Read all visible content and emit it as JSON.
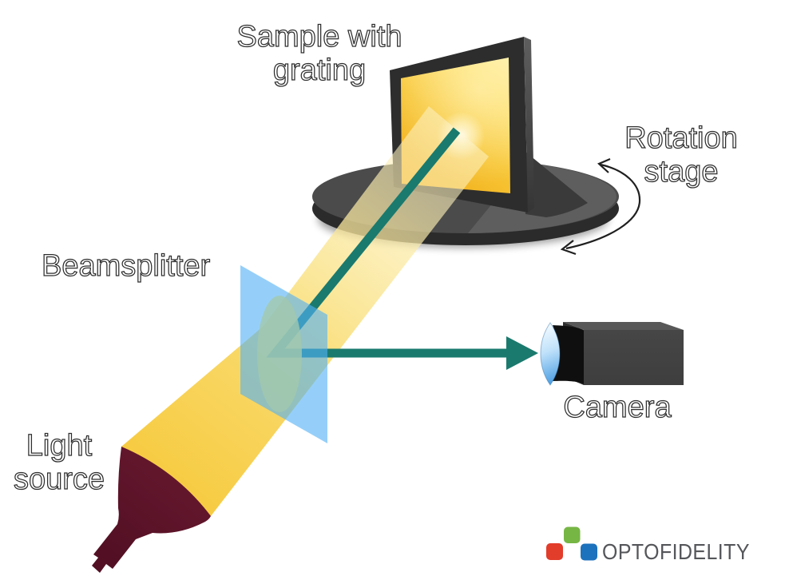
{
  "labels": {
    "sample": {
      "line1": "Sample with",
      "line2": "grating"
    },
    "rotation_stage": {
      "line1": "Rotation",
      "line2": "stage"
    },
    "beamsplitter": {
      "text": "Beamsplitter"
    },
    "light_source": {
      "line1": "Light",
      "line2": "source"
    },
    "camera": {
      "text": "Camera"
    }
  },
  "logo": {
    "text": "OPTOFIDELITY",
    "square_colors": {
      "red": "#E23C2B",
      "green": "#76B644",
      "blue": "#1C72BC"
    },
    "text_color": "#55565A"
  },
  "palette": {
    "label_outline": "#2E2E2E",
    "beam_yellow": "#F7CB41",
    "beam_pale": "#FDF5D2",
    "ray_teal": "#1A7A6E",
    "beamsplitter_blue": "#54B2F5",
    "lens_green": "#A2C8AC",
    "sample_gold": "#F7C535",
    "sample_frame": "#2D2D2D",
    "stage_gray": "#4B4B4B",
    "stage_light_wedge": "#5E5E5E",
    "light_source_maroon": "#67182F",
    "camera_body": "#3E3E3E",
    "camera_lens_blue": "#4E9FE3",
    "rotation_arrow": "#1F1F1F"
  },
  "components": [
    "light-source",
    "illumination-beam",
    "beamsplitter",
    "sample-with-grating",
    "rotation-stage",
    "reflected-ray",
    "camera"
  ]
}
